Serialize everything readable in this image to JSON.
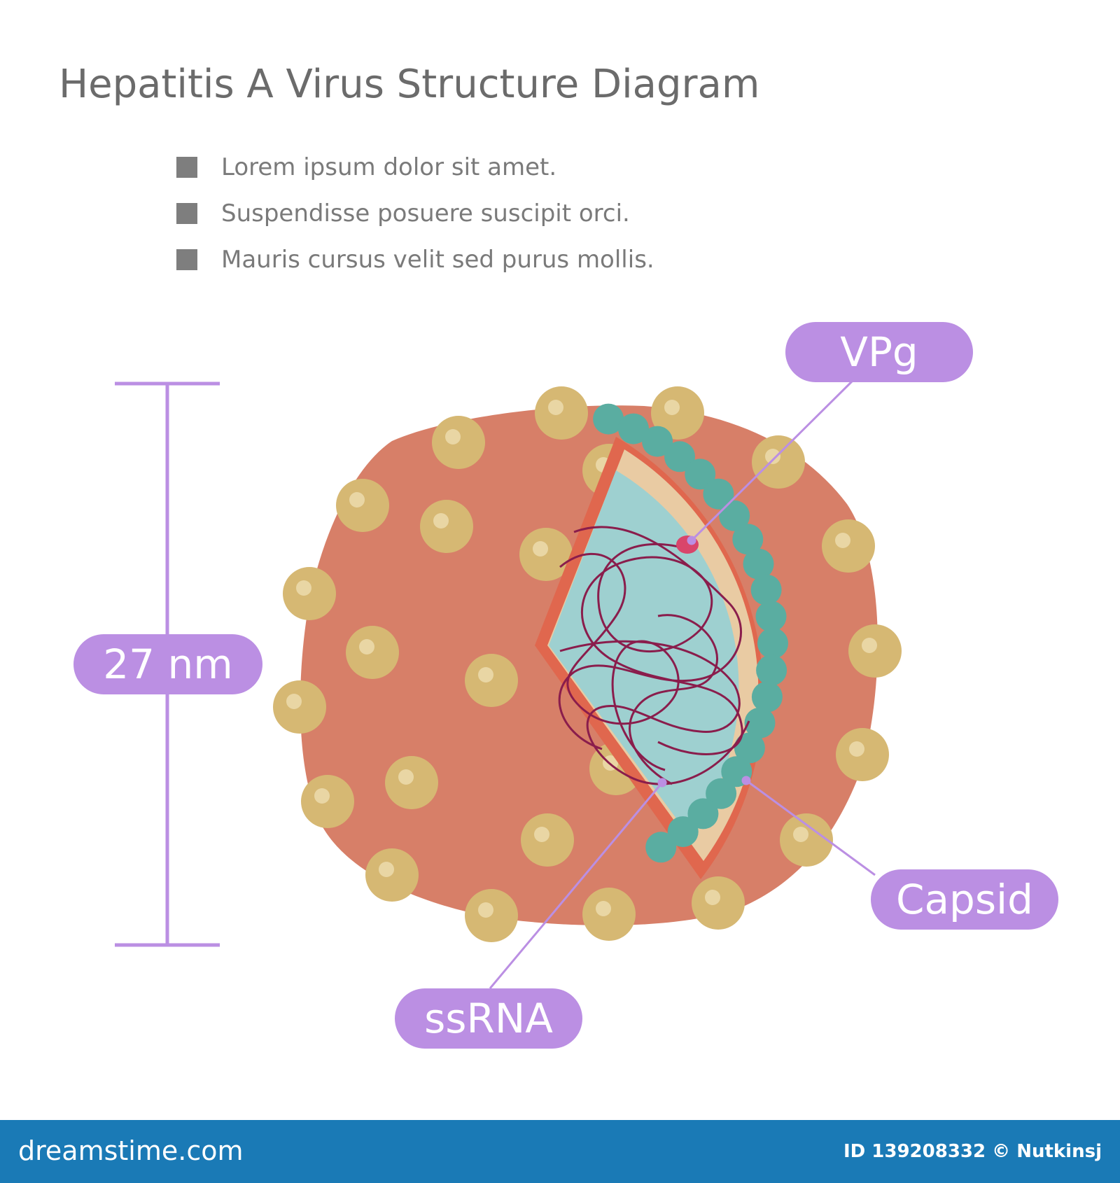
{
  "title": "Hepatitis A Virus Structure Diagram",
  "bullets": [
    "Lorem ipsum dolor sit amet.",
    "Suspendisse posuere suscipit orci.",
    "Mauris cursus velit sed purus mollis."
  ],
  "labels": {
    "scale": "27 nm",
    "vpg": "VPg",
    "capsid": "Capsid",
    "ssrna": "ssRNA"
  },
  "footer": {
    "brand": "dreamstime.com",
    "credit": "ID 139208332 © Nutkinsj"
  },
  "colors": {
    "envelope": "#d77f68",
    "envelope_rim": "#e0674e",
    "spike": "#d6b873",
    "capsid_band": "#e9cba3",
    "core": "#9ed0d0",
    "capsomer": "#5aada1",
    "rna": "#8a1d4c",
    "vpg_dot": "#d9456b",
    "label_bg": "#bb8fe3",
    "footer_bg": "#1a7ab6"
  }
}
